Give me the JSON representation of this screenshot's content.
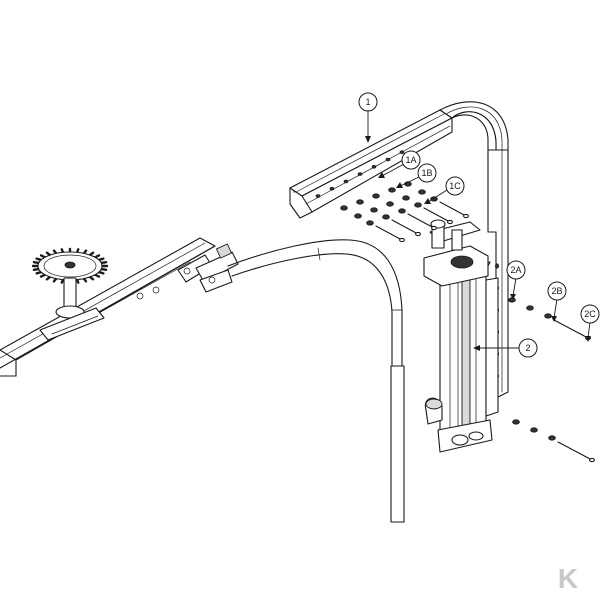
{
  "callouts": [
    {
      "id": "c1",
      "label": "1"
    },
    {
      "id": "c1a",
      "label": "1A"
    },
    {
      "id": "c1b",
      "label": "1B"
    },
    {
      "id": "c1c",
      "label": "1C"
    },
    {
      "id": "c2",
      "label": "2"
    },
    {
      "id": "c2a",
      "label": "2A"
    },
    {
      "id": "c2b",
      "label": "2B"
    },
    {
      "id": "c2c",
      "label": "2C"
    }
  ],
  "logo": {
    "text": "K",
    "color": "#c8c8c8"
  },
  "colors": {
    "line": "#1a1a1a",
    "background": "#ffffff"
  }
}
